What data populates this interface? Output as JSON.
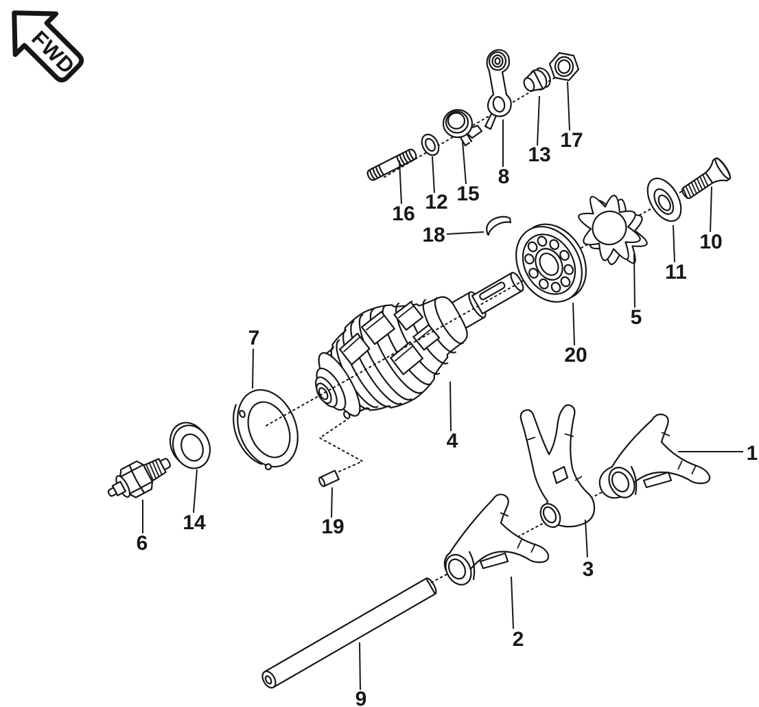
{
  "diagram": {
    "fwd_label": "FWD",
    "colors": {
      "line": "#161616",
      "background": "#ffffff"
    },
    "part_labels": [
      {
        "text": "1"
      },
      {
        "text": "2"
      },
      {
        "text": "3"
      },
      {
        "text": "4"
      },
      {
        "text": "5"
      },
      {
        "text": "6"
      },
      {
        "text": "7"
      },
      {
        "text": "8"
      },
      {
        "text": "9"
      },
      {
        "text": "10"
      },
      {
        "text": "11"
      },
      {
        "text": "12"
      },
      {
        "text": "13"
      },
      {
        "text": "14"
      },
      {
        "text": "15"
      },
      {
        "text": "16"
      },
      {
        "text": "17"
      },
      {
        "text": "18"
      },
      {
        "text": "19"
      },
      {
        "text": "20"
      }
    ]
  }
}
